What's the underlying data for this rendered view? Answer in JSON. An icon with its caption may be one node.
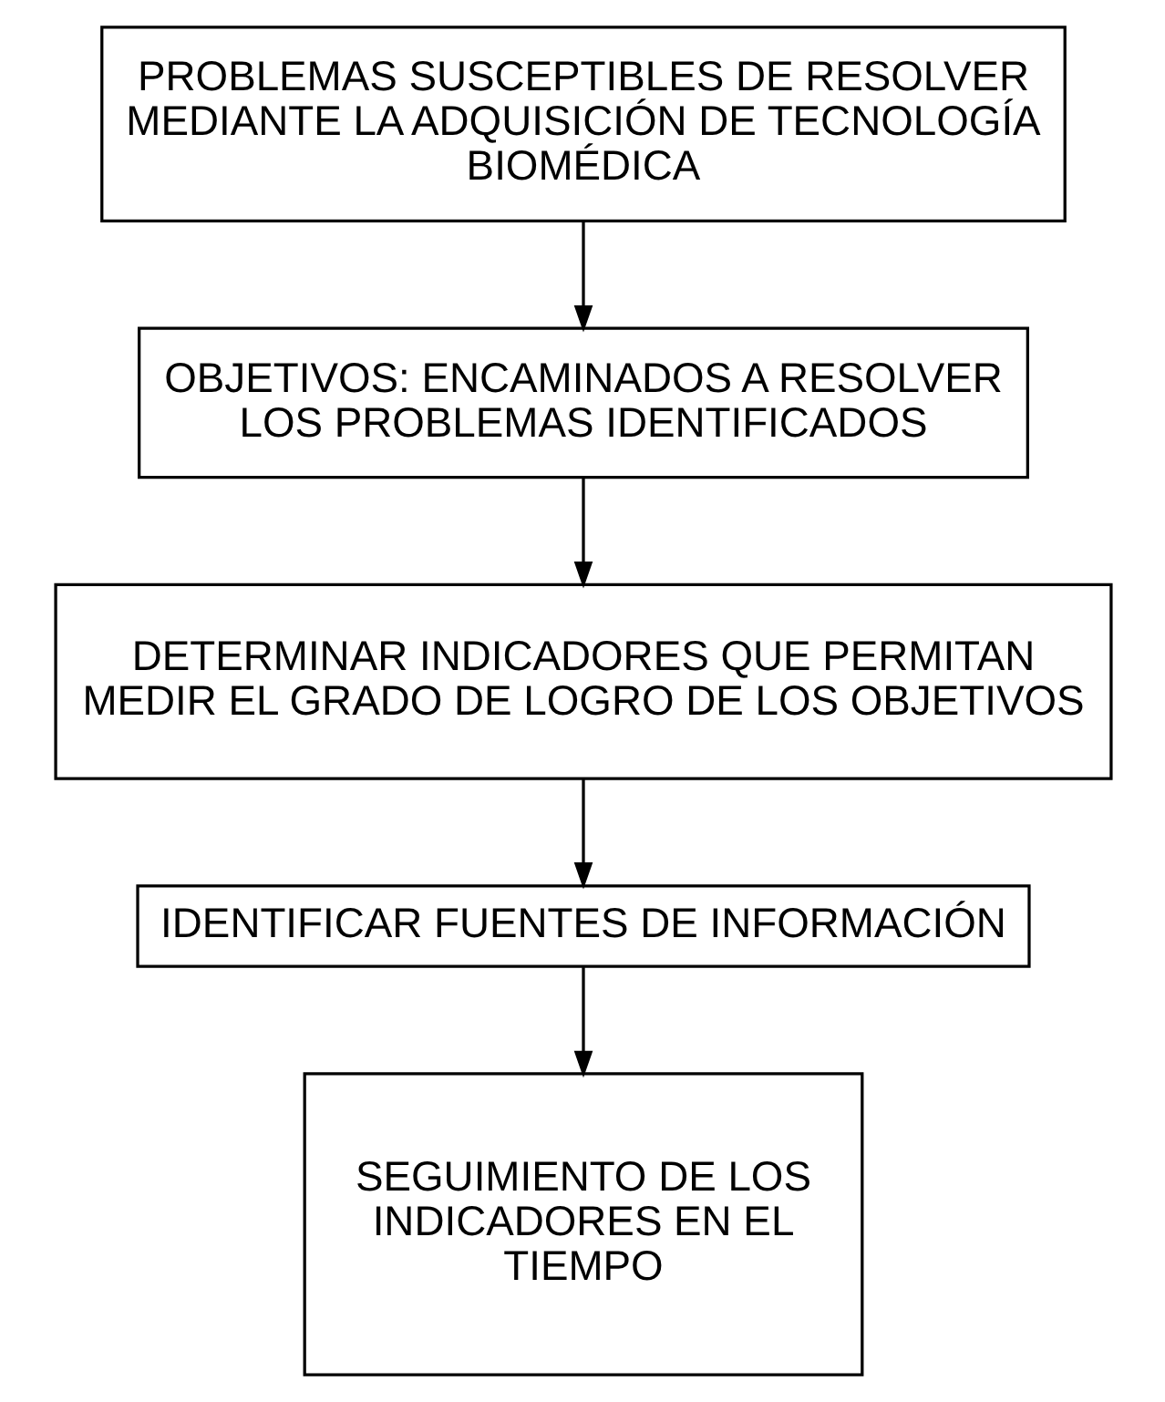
{
  "diagram": {
    "nodes": [
      {
        "text": [
          "PROBLEMAS SUSCEPTIBLES DE RESOLVER MEDIANTE LA ADQUISICIÓN DE TECNOLOGÍA BIOMÉDICA"
        ]
      },
      {
        "text": [
          "OBJETIVOS: ENCAMINADOS A RESOLVER LOS PROBLEMAS IDENTIFICADOS"
        ]
      },
      {
        "text": [
          "DETERMINAR INDICADORES QUE PERMITAN MEDIR EL GRADO DE LOGRO DE LOS OBJETIVOS"
        ]
      },
      {
        "text": [
          "IDENTIFICAR FUENTES DE INFORMACIÓN"
        ]
      },
      {
        "text": [
          "SEGUIMIENTO DE LOS INDICADORES EN EL TIEMPO"
        ]
      }
    ],
    "edges": [
      {
        "from": 0,
        "to": 1,
        "arrow": "to"
      },
      {
        "from": 1,
        "to": 2,
        "arrow": "to"
      },
      {
        "from": 2,
        "to": 3,
        "arrow": "to"
      },
      {
        "from": 3,
        "to": 4,
        "arrow": "to"
      }
    ]
  }
}
